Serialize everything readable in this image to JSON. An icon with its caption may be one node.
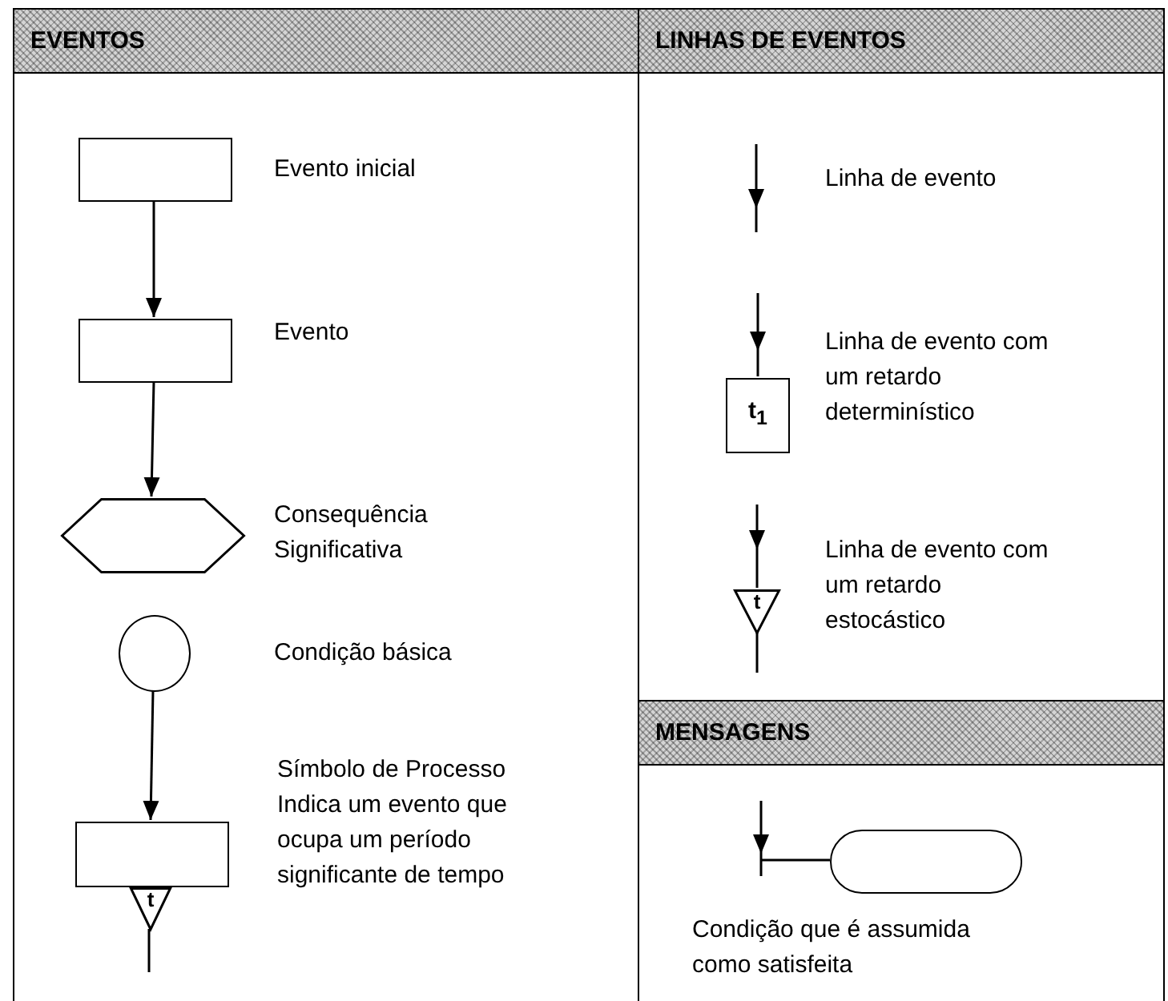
{
  "diagram": {
    "nodes": [
      {
        "text": [
          "EVENTOS"
        ]
      },
      {
        "text": [],
        "shape": "box",
        "in": 0,
        "beside": [
          "Evento inicial"
        ]
      },
      {
        "text": [],
        "shape": "box",
        "in": 0,
        "beside": [
          "Evento"
        ]
      },
      {
        "text": [],
        "shape": "hexagon",
        "in": 0,
        "beside": [
          "Consequência Significativa"
        ]
      },
      {
        "text": [],
        "shape": "circle",
        "in": 0,
        "beside": [
          "Condição básica"
        ]
      },
      {
        "text": [],
        "shape": "box",
        "in": 0,
        "beside": [
          "Símbolo de Processo Indica um evento que ocupa um período significante de tempo"
        ]
      },
      {
        "text": [
          "t"
        ],
        "in": 0
      },
      {
        "text": [
          "LINHAS DE EVENTOS"
        ]
      },
      {
        "text": [
          "t$_{1}$"
        ],
        "in": 7,
        "beside": [
          "Linha de evento com um retardo determinístico"
        ]
      },
      {
        "text": [
          "t"
        ],
        "in": 7,
        "beside": [
          "Linha de evento com um retardo estocástico"
        ]
      },
      {
        "text": [
          "MENSAGENS"
        ]
      },
      {
        "text": [],
        "shape": "stadium",
        "in": 10,
        "beside": [
          "Condição que é assumida como satisfeita"
        ]
      }
    ],
    "edges": [
      {
        "from": 1,
        "to": 2,
        "arrow": "to"
      },
      {
        "from": 2,
        "to": 3,
        "arrow": "to"
      },
      {
        "from": 4,
        "to": 5,
        "arrow": "to"
      },
      {
        "from": 6,
        "to": null,
        "arrow": "none"
      },
      {
        "from": null,
        "to": 8,
        "arrow": "none"
      },
      {
        "from": null,
        "to": 9,
        "arrow": "none"
      },
      {
        "from": 9,
        "to": null,
        "arrow": "none"
      },
      {
        "from": null,
        "to": 11,
        "arrow": "none"
      }
    ],
    "labels": [
      "Linha de evento"
    ]
  }
}
